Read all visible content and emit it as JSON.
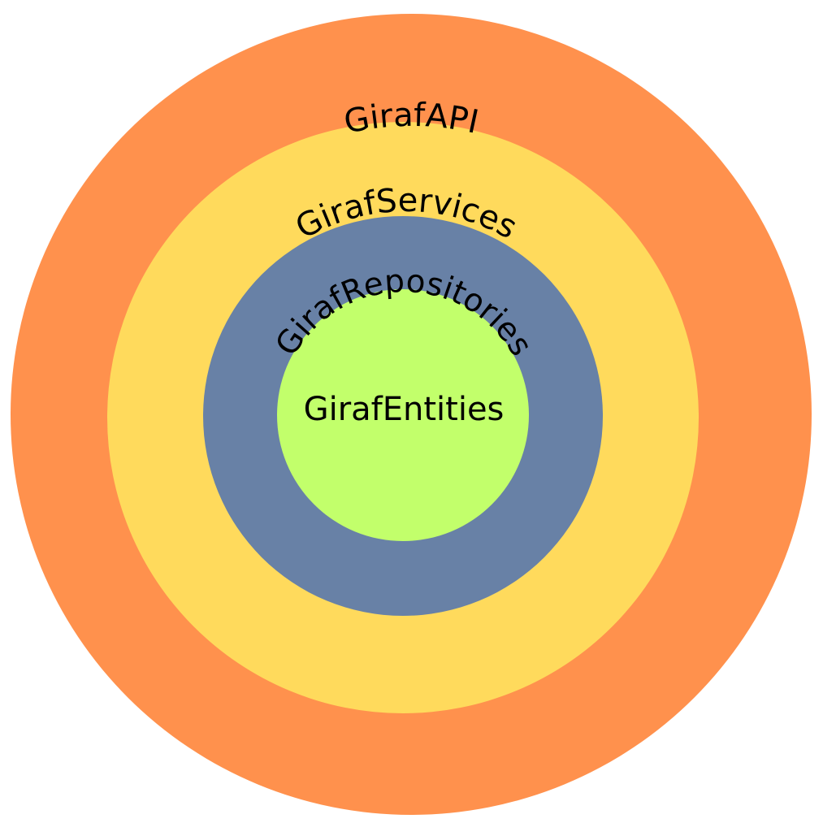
{
  "layers": [
    {
      "label": "GirafAPI",
      "color": "#FF914D"
    },
    {
      "label": "GirafServices",
      "color": "#FFDA5C"
    },
    {
      "label": "GirafRepositories",
      "color": "#6881A6"
    },
    {
      "label": "GirafEntities",
      "color": "#C2FF6B"
    }
  ],
  "background": "#FFFFFF"
}
